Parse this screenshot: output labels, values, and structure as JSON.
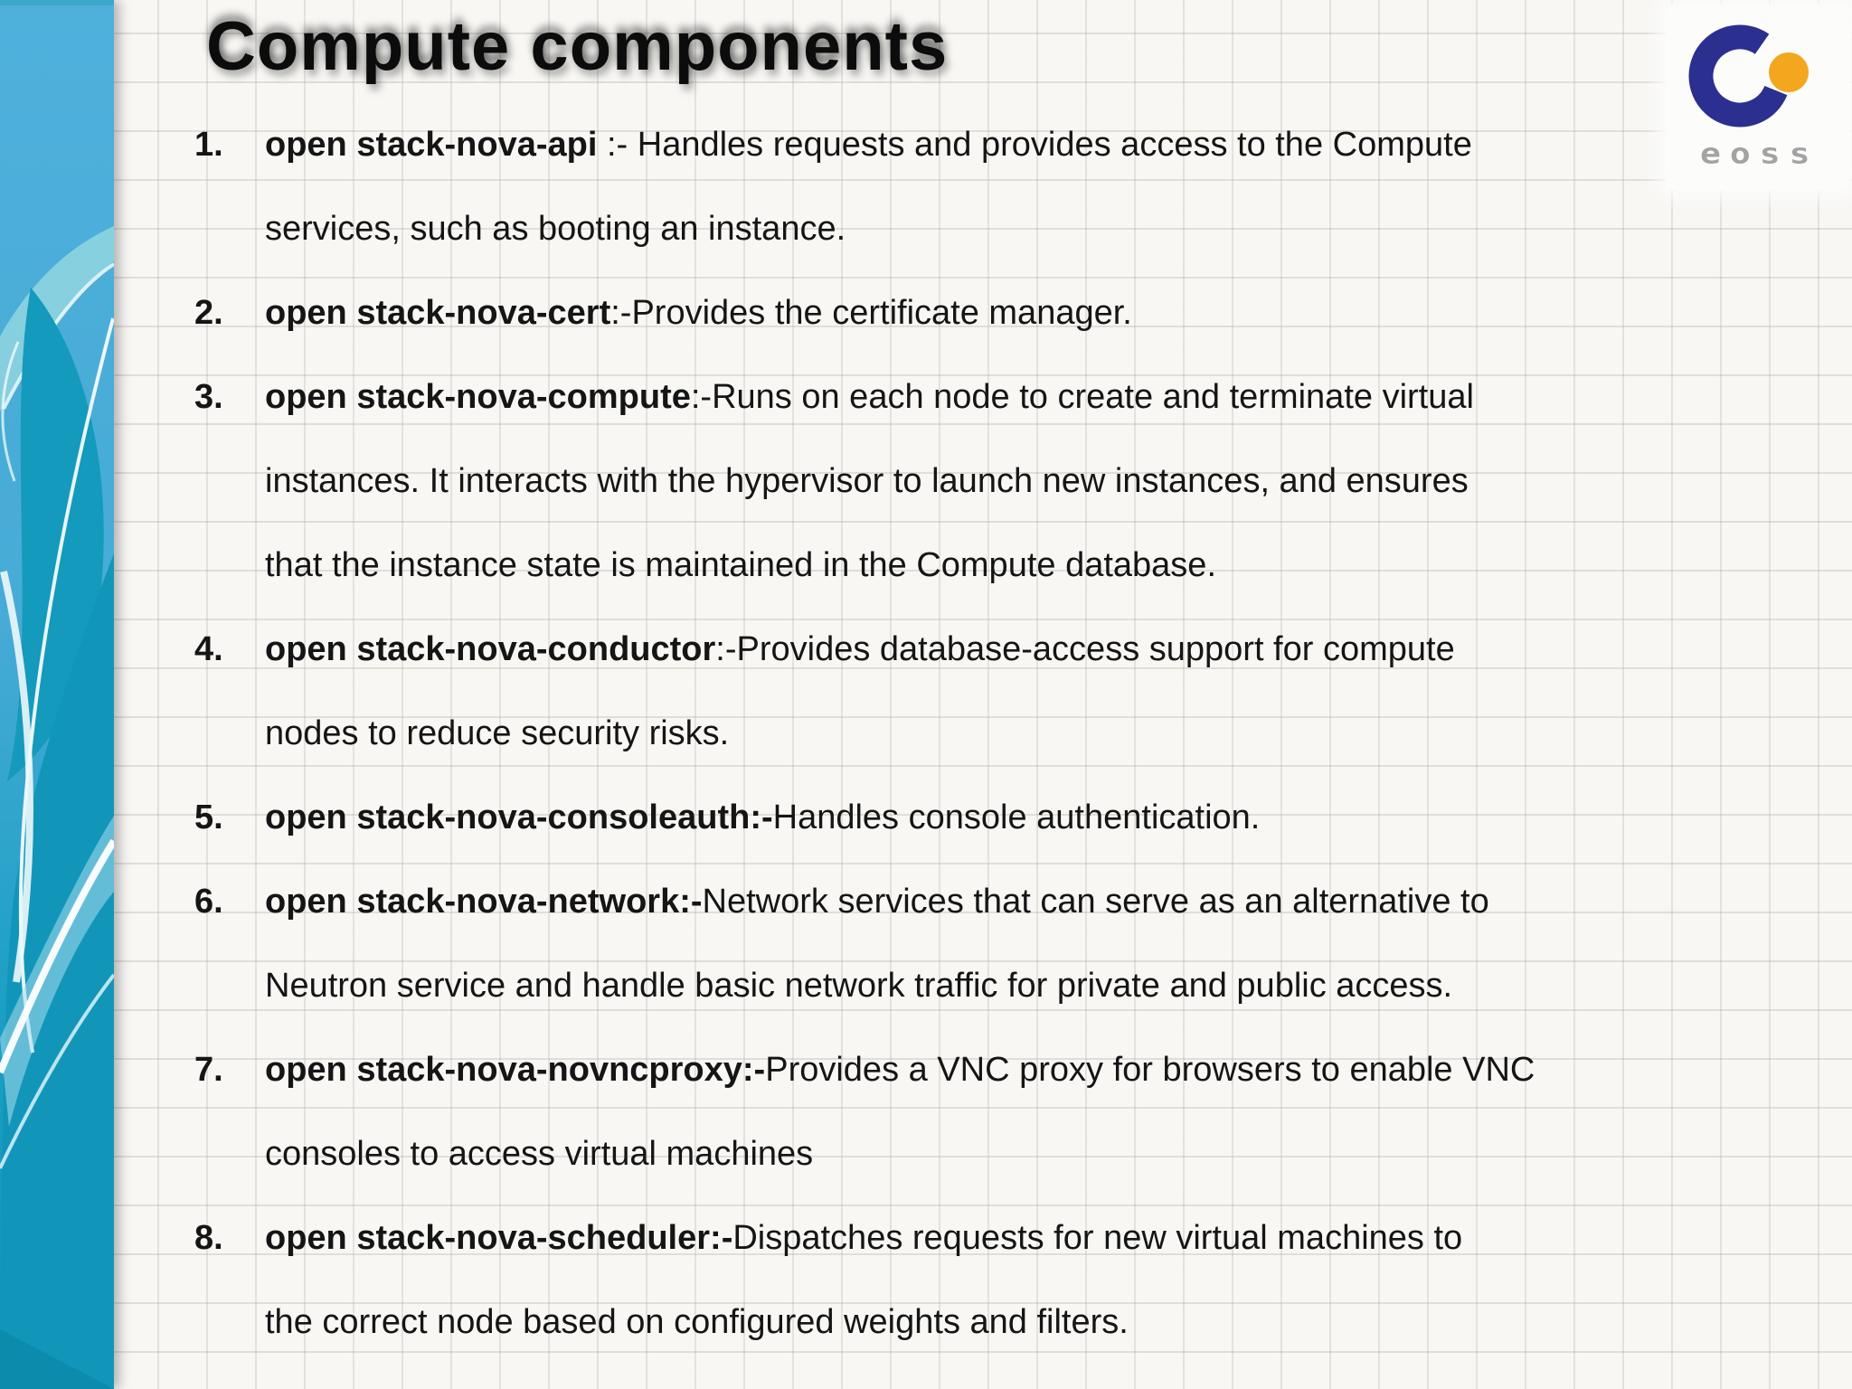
{
  "slide": {
    "title": "Compute components"
  },
  "logo": {
    "wordmark": "eoss",
    "c_color": "#2b2f8f",
    "dot_color": "#f2a71e",
    "wordmark_color": "#a3a3a3"
  },
  "colors": {
    "sidebar_light_blue": "#4fb0dc",
    "sidebar_dark_teal": "#1196ba",
    "paper": "#f8f7f4",
    "grid_line": "#e3e1dc",
    "text": "#151515"
  },
  "list": {
    "items": [
      {
        "num": "1.",
        "term": "open stack-nova-api",
        "desc": " :- Handles requests and provides access to the Compute\nservices, such as booting an instance."
      },
      {
        "num": "2.",
        "term": "open stack-nova-cert",
        "desc": ":-Provides the certificate manager."
      },
      {
        "num": "3.",
        "term": "open stack-nova-compute",
        "desc": ":-Runs on each node to create and terminate virtual\ninstances. It interacts with the hypervisor to launch new instances, and ensures\nthat the instance state is maintained in the Compute database."
      },
      {
        "num": "4.",
        "term": "open stack-nova-conductor",
        "desc": ":-Provides database-access support for compute\nnodes to reduce security risks."
      },
      {
        "num": "5.",
        "term": "open stack-nova-consoleauth:-",
        "desc": "Handles console authentication."
      },
      {
        "num": "6.",
        "term": "open stack-nova-network:-",
        "desc": "Network services that can serve as an alternative to\nNeutron service and handle basic network traffic for private and public access."
      },
      {
        "num": "7.",
        "term": "open stack-nova-novncproxy:-",
        "desc": "Provides a VNC proxy for browsers to enable VNC\nconsoles to access virtual machines"
      },
      {
        "num": "8.",
        "term": "open stack-nova-scheduler:-",
        "desc": "Dispatches requests for new virtual machines to\nthe correct node based on configured weights and filters."
      }
    ]
  }
}
